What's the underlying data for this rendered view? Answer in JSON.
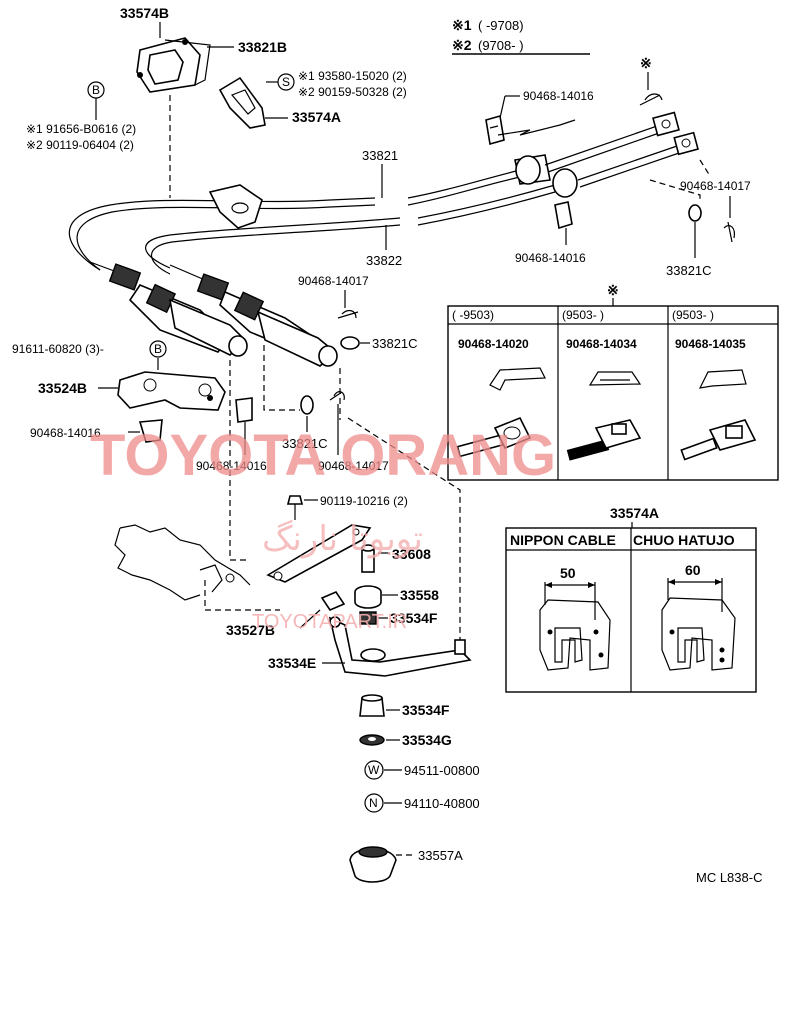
{
  "legend": {
    "row1_mark": "※1",
    "row1_range": "(        -9708)",
    "row2_mark": "※2",
    "row2_range": "(9708-        )"
  },
  "labels": {
    "p33574B": "33574B",
    "p33821B": "33821B",
    "p33574A_top": "33574A",
    "screw_alt1": "※1 93580-15020 (2)",
    "screw_alt2": "※2 90159-50328 (2)",
    "bolt_alt1": "※1 91656-B0616 (2)",
    "bolt_alt2": "※2 90119-06404 (2)",
    "p33821": "33821",
    "p33822": "33822",
    "clip_top": "90468-14016",
    "clip_right": "90468-14017",
    "clip_mid": "90468-14016",
    "p33821C_right": "33821C",
    "clip_17_upper": "90468-14017",
    "p33821C_mid": "33821C",
    "bolt_91611": "91611-60820 (3)-",
    "p33524B": "33524B",
    "clip_left": "90468-14016",
    "p33821C_low": "33821C",
    "clip_low_a": "90468-14016",
    "clip_low_b": "90468-14017",
    "bolt_90119": "90119-10216 (2)",
    "p33608": "33608",
    "p33558": "33558",
    "p33527B": "33527B",
    "p33534F_up": "33534F",
    "p33534E": "33534E",
    "p33534F_low": "33534F",
    "p33534G": "33534G",
    "washer": "94511-00800",
    "nut": "94110-40800",
    "p33557A": "33557A",
    "code": "MC L838-C"
  },
  "symbols": {
    "s": "S",
    "b": "B",
    "w": "W",
    "n": "N",
    "asterisk": "※"
  },
  "clip_table": {
    "headers": [
      "(        -9503)",
      "(9503-        )",
      "(9503-        )"
    ],
    "parts": [
      "90468-14020",
      "90468-14034",
      "90468-14035"
    ]
  },
  "bracket_table": {
    "title": "33574A",
    "headers": [
      "NIPPON CABLE",
      "CHUO HATUJO"
    ],
    "dims": [
      "50",
      "60"
    ]
  },
  "watermark": {
    "main": "TOYOTA ORANG",
    "site": "TOYOTAPART.IR",
    "persian": "تویوتا نارنگ"
  }
}
